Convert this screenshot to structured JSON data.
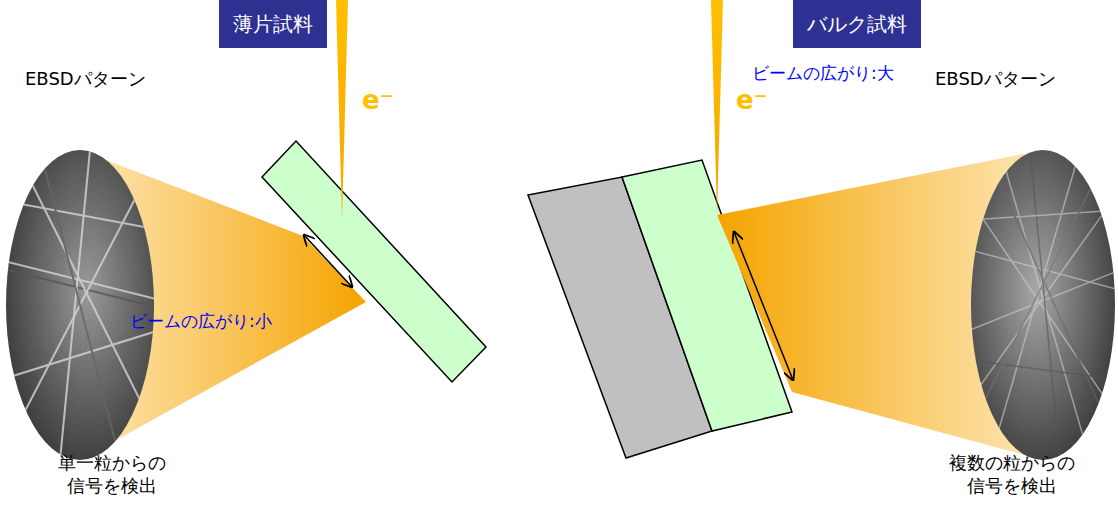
{
  "diagram": {
    "nodes": [
      {
        "text": [
          "薄片試料"
        ]
      },
      {
        "text": [
          "バルク試料"
        ]
      }
    ],
    "labels": [
      "EBSDパターン",
      "EBSDパターン",
      "e⁻",
      "e⁻",
      "ビームの広がり:小",
      "ビームの広がり:大",
      "単一粒からの 信号を検出",
      "複数の粒からの 信号を検出"
    ]
  }
}
